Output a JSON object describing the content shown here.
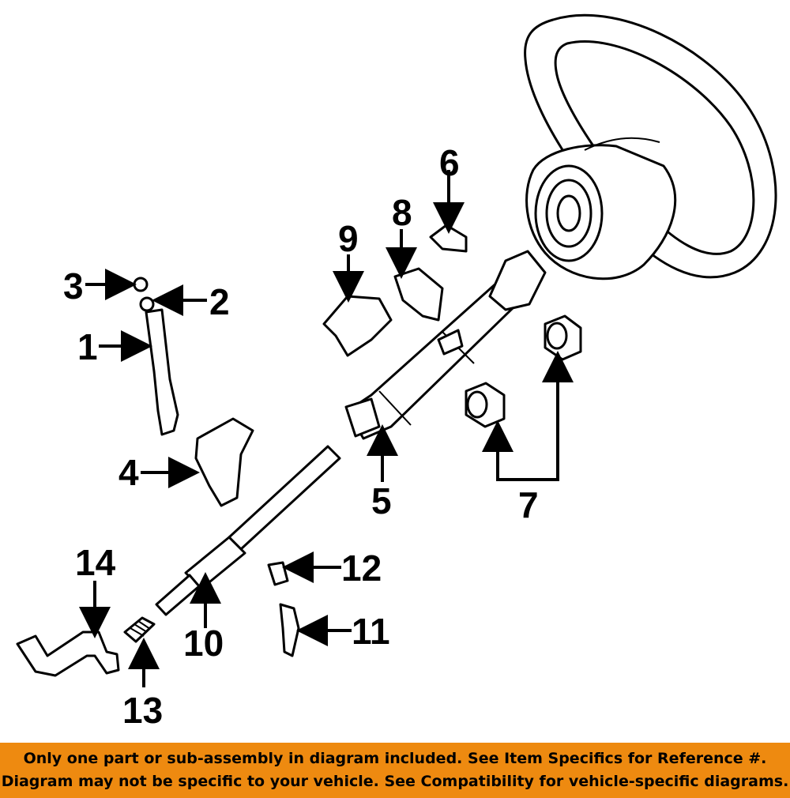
{
  "callouts": {
    "c1": "1",
    "c2": "2",
    "c3": "3",
    "c4": "4",
    "c5": "5",
    "c6": "6",
    "c7": "7",
    "c8": "8",
    "c9": "9",
    "c10": "10",
    "c11": "11",
    "c12": "12",
    "c13": "13",
    "c14": "14"
  },
  "footer": {
    "line1": "Only one part or sub-assembly in diagram included. See Item Specifics for Reference #.",
    "line2": "Diagram may not be specific to your vehicle. See Compatibility for vehicle-specific diagrams."
  },
  "colors": {
    "banner": "#ee8a10",
    "ink": "#000000",
    "background": "#ffffff"
  }
}
